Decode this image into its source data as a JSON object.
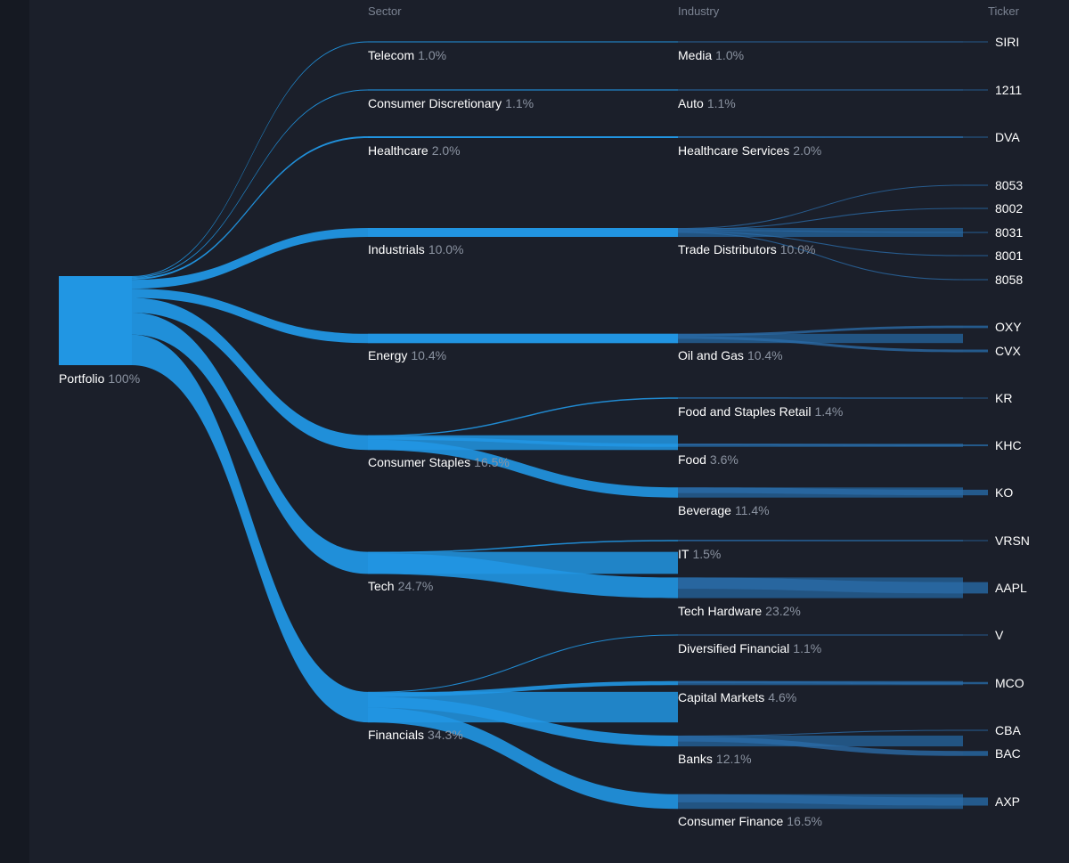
{
  "headers": {
    "sector": "Sector",
    "industry": "Industry",
    "ticker": "Ticker"
  },
  "portfolio": {
    "name": "Portfolio",
    "pct": "100%"
  },
  "colors": {
    "background": "#1b1f2a",
    "flow": "#2196e3",
    "flow_dark": "#2a6aa6",
    "ticker_bar": "#245a8c"
  },
  "sectors": [
    {
      "name": "Telecom",
      "pct": "1.0%",
      "value": 1.0
    },
    {
      "name": "Consumer Discretionary",
      "pct": "1.1%",
      "value": 1.1
    },
    {
      "name": "Healthcare",
      "pct": "2.0%",
      "value": 2.0
    },
    {
      "name": "Industrials",
      "pct": "10.0%",
      "value": 10.0
    },
    {
      "name": "Energy",
      "pct": "10.4%",
      "value": 10.4
    },
    {
      "name": "Consumer Staples",
      "pct": "16.5%",
      "value": 16.5
    },
    {
      "name": "Tech",
      "pct": "24.7%",
      "value": 24.7
    },
    {
      "name": "Financials",
      "pct": "34.3%",
      "value": 34.3
    }
  ],
  "industries": [
    {
      "name": "Media",
      "pct": "1.0%",
      "value": 1.0,
      "sector": 0
    },
    {
      "name": "Auto",
      "pct": "1.1%",
      "value": 1.1,
      "sector": 1
    },
    {
      "name": "Healthcare Services",
      "pct": "2.0%",
      "value": 2.0,
      "sector": 2
    },
    {
      "name": "Trade Distributors",
      "pct": "10.0%",
      "value": 10.0,
      "sector": 3
    },
    {
      "name": "Oil and Gas",
      "pct": "10.4%",
      "value": 10.4,
      "sector": 4
    },
    {
      "name": "Food and Staples Retail",
      "pct": "1.4%",
      "value": 1.4,
      "sector": 5
    },
    {
      "name": "Food",
      "pct": "3.6%",
      "value": 3.6,
      "sector": 5
    },
    {
      "name": "Beverage",
      "pct": "11.4%",
      "value": 11.4,
      "sector": 5
    },
    {
      "name": "IT",
      "pct": "1.5%",
      "value": 1.5,
      "sector": 6
    },
    {
      "name": "Tech Hardware",
      "pct": "23.2%",
      "value": 23.2,
      "sector": 6
    },
    {
      "name": "Diversified Financial",
      "pct": "1.1%",
      "value": 1.1,
      "sector": 7
    },
    {
      "name": "Capital Markets",
      "pct": "4.6%",
      "value": 4.6,
      "sector": 7
    },
    {
      "name": "Banks",
      "pct": "12.1%",
      "value": 12.1,
      "sector": 7
    },
    {
      "name": "Consumer Finance",
      "pct": "16.5%",
      "value": 16.5,
      "sector": 7
    }
  ],
  "tickers": [
    {
      "name": "SIRI",
      "industry": 0,
      "value": 1.0
    },
    {
      "name": "1211",
      "industry": 1,
      "value": 1.1
    },
    {
      "name": "DVA",
      "industry": 2,
      "value": 2.0
    },
    {
      "name": "8053",
      "industry": 3,
      "value": 2.0
    },
    {
      "name": "8002",
      "industry": 3,
      "value": 2.0
    },
    {
      "name": "8031",
      "industry": 3,
      "value": 2.0
    },
    {
      "name": "8001",
      "industry": 3,
      "value": 2.0
    },
    {
      "name": "8058",
      "industry": 3,
      "value": 2.0
    },
    {
      "name": "OXY",
      "industry": 4,
      "value": 5.0
    },
    {
      "name": "CVX",
      "industry": 4,
      "value": 5.4
    },
    {
      "name": "KR",
      "industry": 5,
      "value": 1.4
    },
    {
      "name": "KHC",
      "industry": 6,
      "value": 3.6
    },
    {
      "name": "KO",
      "industry": 7,
      "value": 11.4
    },
    {
      "name": "VRSN",
      "industry": 8,
      "value": 1.5
    },
    {
      "name": "AAPL",
      "industry": 9,
      "value": 23.2
    },
    {
      "name": "V",
      "industry": 10,
      "value": 1.1
    },
    {
      "name": "MCO",
      "industry": 11,
      "value": 4.6
    },
    {
      "name": "CBA",
      "industry": 12,
      "value": 2.0
    },
    {
      "name": "BAC",
      "industry": 12,
      "value": 10.1
    },
    {
      "name": "AXP",
      "industry": 13,
      "value": 16.5
    }
  ]
}
